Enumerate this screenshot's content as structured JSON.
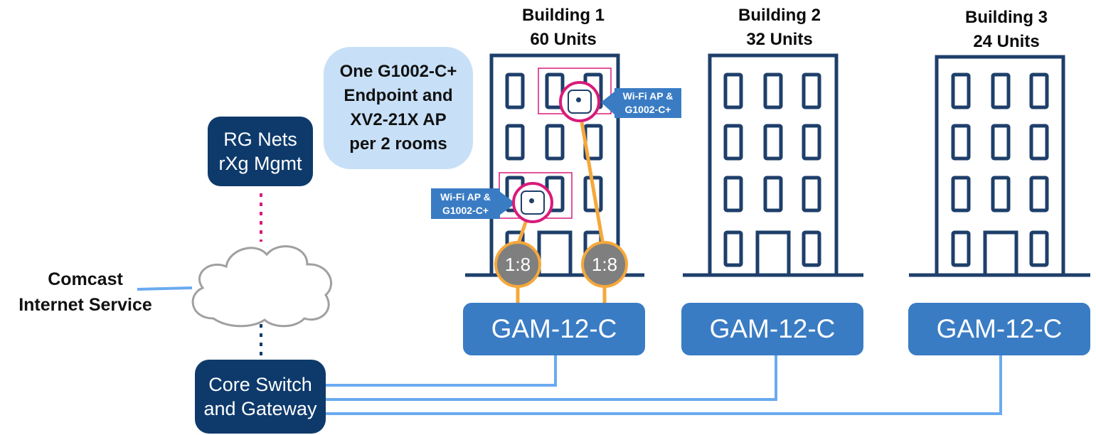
{
  "buildings": [
    {
      "name": "Building 1",
      "units": "60 Units",
      "switch": "GAM-12-C"
    },
    {
      "name": "Building 2",
      "units": "32 Units",
      "switch": "GAM-12-C"
    },
    {
      "name": "Building 3",
      "units": "24 Units",
      "switch": "GAM-12-C"
    }
  ],
  "callout": {
    "lines": [
      "One G1002-C+",
      "Endpoint and",
      "XV2-21X AP",
      "per 2 rooms"
    ]
  },
  "management": {
    "lines": [
      "RG Nets",
      "rXg Mgmt"
    ]
  },
  "core": {
    "lines": [
      "Core Switch",
      "and Gateway"
    ]
  },
  "internet": {
    "lines": [
      "Comcast",
      "Internet Service"
    ]
  },
  "access_points": [
    {
      "lines": [
        "Wi-Fi AP &",
        "G1002-C+"
      ],
      "icon": "wifi-ap-icon"
    },
    {
      "lines": [
        "Wi-Fi AP &",
        "G1002-C+"
      ],
      "icon": "wifi-ap-icon"
    }
  ],
  "splitters": [
    "1:8",
    "1:8"
  ],
  "colors": {
    "navy": "#0e3a6b",
    "building_outline": "#1e3f6a",
    "gam_blue": "#3a7cc4",
    "link_blue": "#6aaaf0",
    "fiber_orange": "#f5a83b",
    "ap_magenta": "#d81b7a",
    "callout_fill": "#c7e0f7",
    "splitter_gray": "#7f7f7f"
  }
}
